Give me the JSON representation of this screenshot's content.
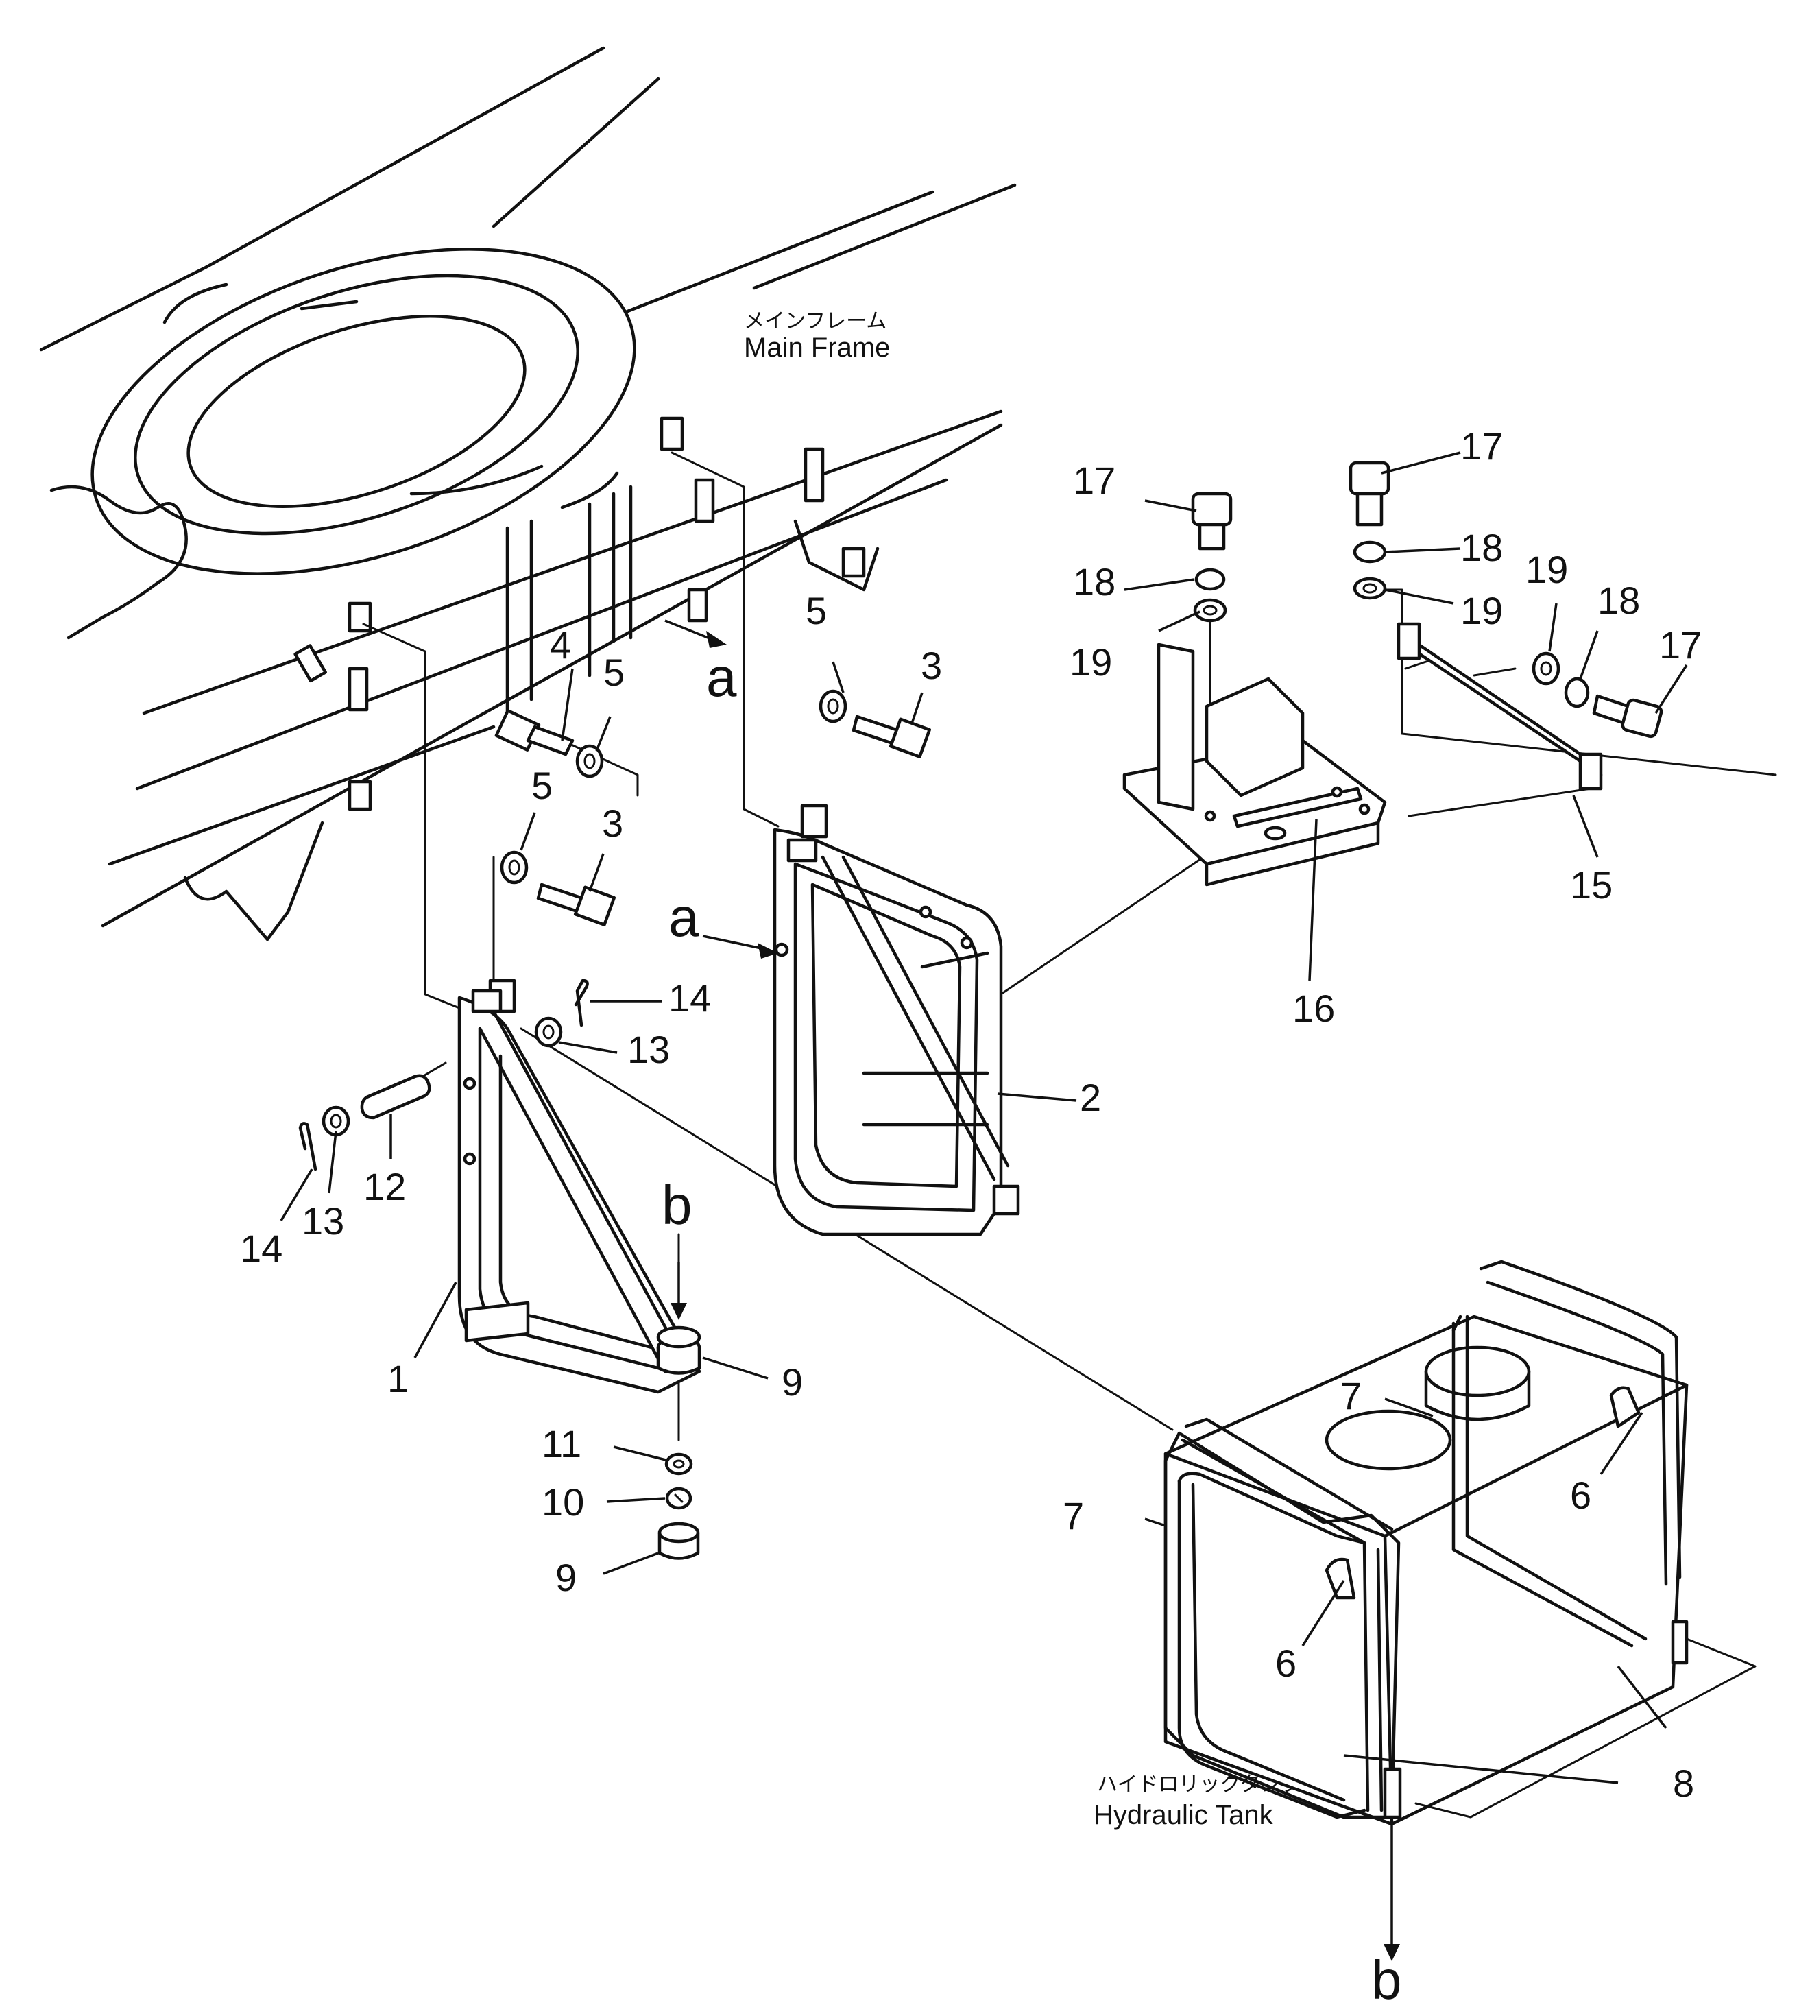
{
  "labels": {
    "main_frame_jp": "メインフレーム",
    "main_frame_en": "Main  Frame",
    "hydraulic_tank_jp": "ハイドロリックタンク",
    "hydraulic_tank_en": "Hydraulic  Tank"
  },
  "view_markers": {
    "a_top": "a",
    "a_left": "a",
    "b_top": "b",
    "b_bottom": "b"
  },
  "callouts": {
    "c1": "1",
    "c2": "2",
    "c3a": "3",
    "c3b": "3",
    "c4": "4",
    "c5a": "5",
    "c5b": "5",
    "c5c": "5",
    "c6a": "6",
    "c6b": "6",
    "c7a": "7",
    "c7b": "7",
    "c8": "8",
    "c9a": "9",
    "c9b": "9",
    "c10": "10",
    "c11": "11",
    "c12": "12",
    "c13a": "13",
    "c13b": "13",
    "c14a": "14",
    "c14b": "14",
    "c15": "15",
    "c16": "16",
    "c17a": "17",
    "c17b": "17",
    "c17c": "17",
    "c18a": "18",
    "c18b": "18",
    "c18c": "18",
    "c19a": "19",
    "c19b": "19",
    "c19c": "19"
  }
}
